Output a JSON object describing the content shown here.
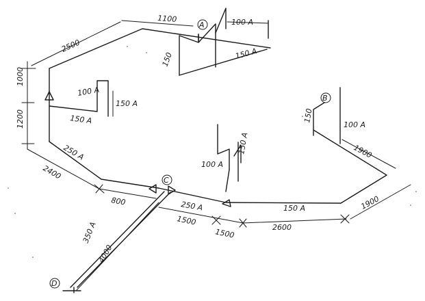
{
  "nodes": {
    "A": "A",
    "B": "B",
    "C": "C",
    "D": "D"
  },
  "dimensions": {
    "d1100": "1100",
    "d2500": "2500",
    "d1000": "1000",
    "d1200": "1200",
    "d2400": "2400",
    "d800": "800",
    "d1500a": "1500",
    "d1500b": "1500",
    "d2600": "2600",
    "d1900a": "1900",
    "d1900b": "1900",
    "d4000": "4000"
  },
  "pipe_sizes": {
    "s100_A": "100 A",
    "s150_A_left": "150",
    "s150_A_right": "150 A",
    "s100_left": "100 A",
    "s150_left_v": "150 A",
    "s150_left_h": "150 A",
    "s250_upper": "250 A",
    "s250_mid": "250 A",
    "s100_mid": "100 A",
    "s150_mid": "150 A",
    "s150_lower": "150 A",
    "s150_B": "150",
    "s100_B": "100 A",
    "s350_D": "350 A"
  }
}
